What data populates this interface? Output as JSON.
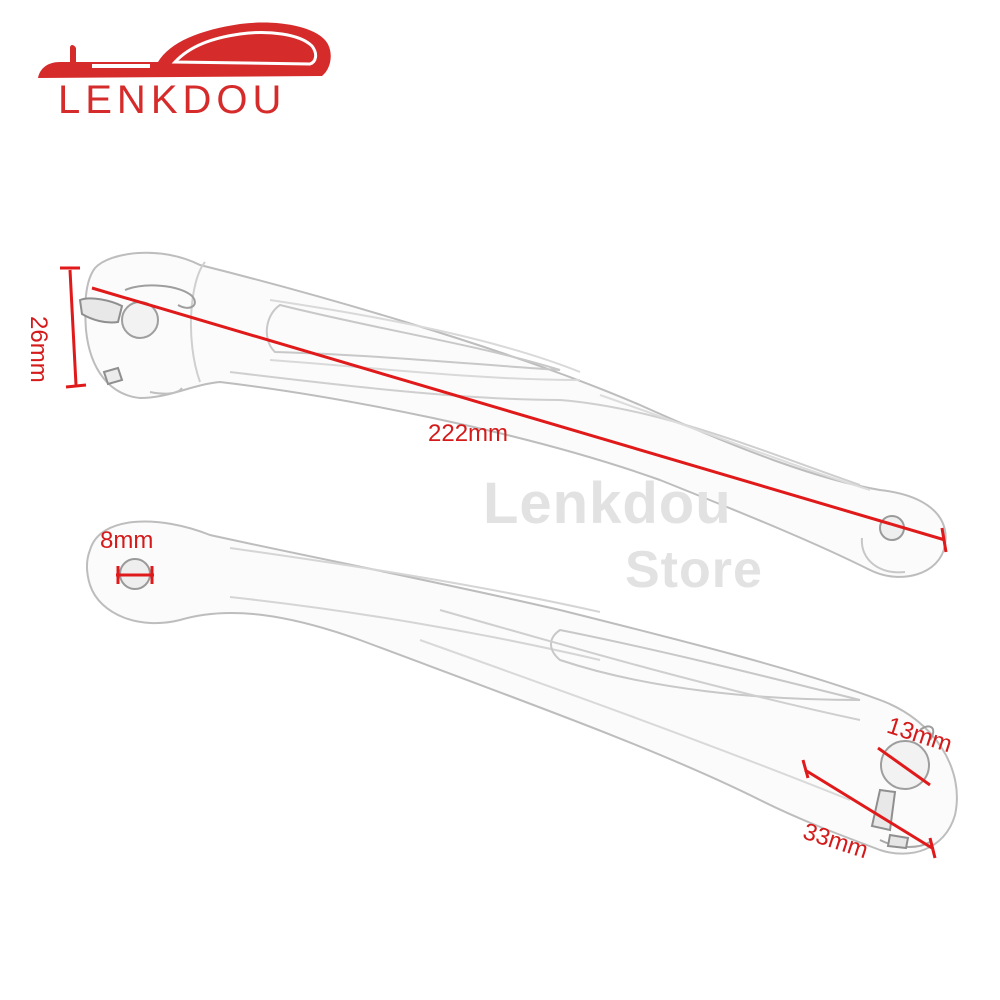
{
  "brand": {
    "name": "LENKDOU",
    "color": "#d62b2b"
  },
  "watermark": {
    "line1": "Lenkdou",
    "line2": "Store",
    "color": "#e2e2e2"
  },
  "dimensions": {
    "height_upper": "26mm",
    "length": "222mm",
    "hole_small": "8mm",
    "hole_spline": "13mm",
    "clamp_width": "33mm",
    "line_color": "#e01a1a"
  },
  "objects": {
    "upper": "shift-lever-arm",
    "lower": "shift-lever-arm"
  }
}
